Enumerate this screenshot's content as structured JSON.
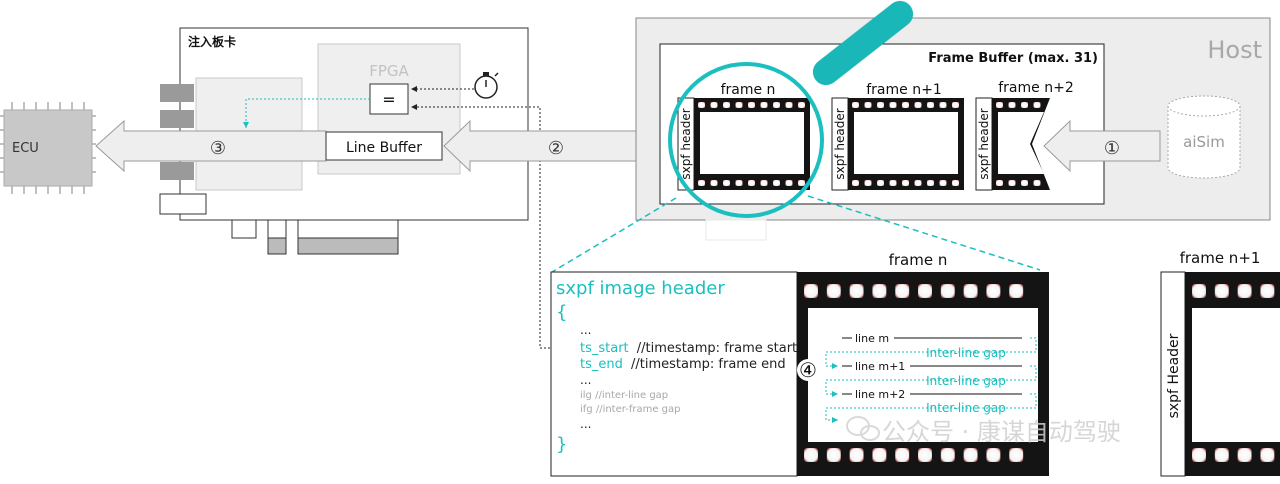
{
  "card": {
    "title": "注入板卡",
    "fpga_label": "FPGA",
    "compare_symbol": "=",
    "line_buffer": "Line Buffer"
  },
  "ecu": {
    "label": "ECU"
  },
  "host": {
    "label": "Host",
    "frame_buffer_title": "Frame Buffer (max. 31)",
    "sim_label": "aiSim"
  },
  "frames": {
    "n": "frame n",
    "n1": "frame n+1",
    "n2": "frame n+2",
    "header": "sxpf header",
    "header_zoom": "sxpf Header"
  },
  "steps": {
    "s1": "①",
    "s2": "②",
    "s3": "③",
    "s4": "④"
  },
  "zoom": {
    "title": "sxpf image header",
    "frame_title": "frame n",
    "next_frame_title": "frame n+1",
    "brace_open": "{",
    "brace_close": "}",
    "ellipsis_1": "...",
    "ts_start_key": "ts_start",
    "ts_start_comment": "//timestamp: frame start",
    "ts_end_key": "ts_end",
    "ts_end_comment": "//timestamp: frame end",
    "ellipsis_2": "...",
    "ilg": "ilg //inter-line gap",
    "ifg": "ifg //inter-frame gap",
    "ellipsis_3": "...",
    "line_m": "line m",
    "line_m1": "line m+1",
    "line_m2": "line m+2",
    "gap_label": "Inter-line gap"
  },
  "watermark": "公众号 · 康谋自动驾驶",
  "colors": {
    "accent": "#1bbfbf",
    "arrow_fill": "#eeeeee",
    "arrow_stroke": "#999999",
    "film": "#141414",
    "host_bg": "#ededed"
  }
}
